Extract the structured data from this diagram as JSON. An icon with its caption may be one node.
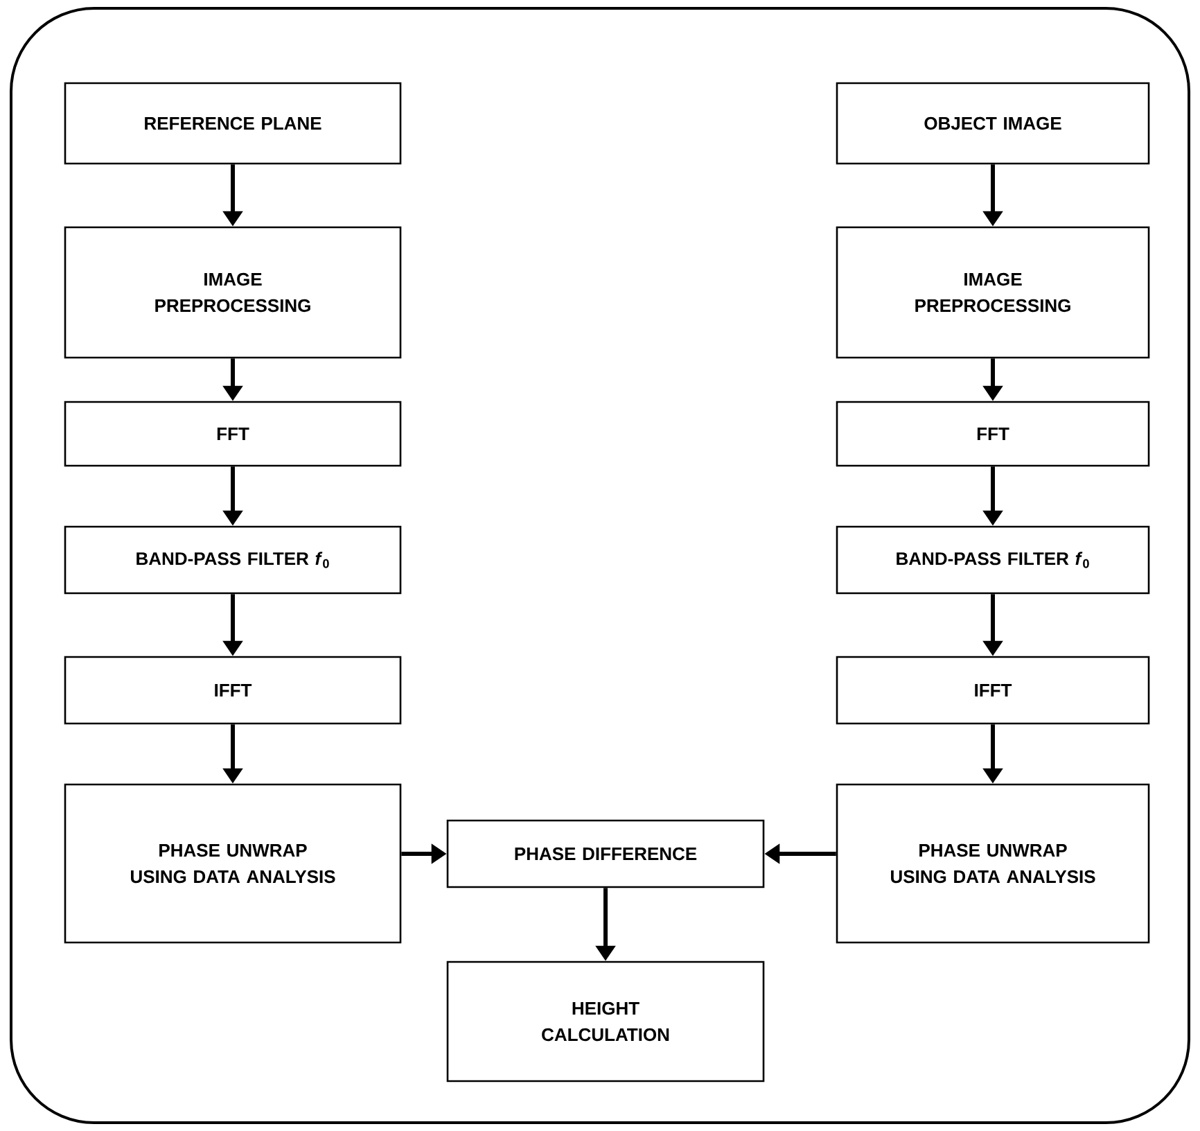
{
  "diagram": {
    "nodes": [
      {
        "text": [
          "REFERENCE PLANE"
        ]
      },
      {
        "text": [
          "IMAGE PREPROCESSING"
        ]
      },
      {
        "text": [
          "FFT"
        ]
      },
      {
        "text": [
          "BAND-PASS FILTER *f*$_{0}$"
        ]
      },
      {
        "text": [
          "IFFT"
        ]
      },
      {
        "text": [
          "PHASE UNWRAP USING DATA ANALYSIS"
        ]
      },
      {
        "text": [
          "OBJECT IMAGE"
        ]
      },
      {
        "text": [
          "IMAGE PREPROCESSING"
        ]
      },
      {
        "text": [
          "FFT"
        ]
      },
      {
        "text": [
          "BAND-PASS FILTER *f*$_{0}$"
        ]
      },
      {
        "text": [
          "IFFT"
        ]
      },
      {
        "text": [
          "PHASE UNWRAP USING DATA ANALYSIS"
        ]
      },
      {
        "text": [
          "PHASE DIFFERENCE"
        ]
      },
      {
        "text": [
          "HEIGHT CALCULATION"
        ]
      }
    ],
    "edges": [
      {
        "from": 0,
        "to": 1,
        "arrow": "to"
      },
      {
        "from": 1,
        "to": 2,
        "arrow": "to"
      },
      {
        "from": 2,
        "to": 3,
        "arrow": "to"
      },
      {
        "from": 3,
        "to": 4,
        "arrow": "to"
      },
      {
        "from": 4,
        "to": 5,
        "arrow": "to"
      },
      {
        "from": 6,
        "to": 7,
        "arrow": "to"
      },
      {
        "from": 7,
        "to": 8,
        "arrow": "to"
      },
      {
        "from": 8,
        "to": 9,
        "arrow": "to"
      },
      {
        "from": 9,
        "to": 10,
        "arrow": "to"
      },
      {
        "from": 10,
        "to": 11,
        "arrow": "to"
      },
      {
        "from": 5,
        "to": 12,
        "arrow": "to"
      },
      {
        "from": 11,
        "to": 12,
        "arrow": "to"
      },
      {
        "from": 12,
        "to": 13,
        "arrow": "to"
      }
    ]
  }
}
